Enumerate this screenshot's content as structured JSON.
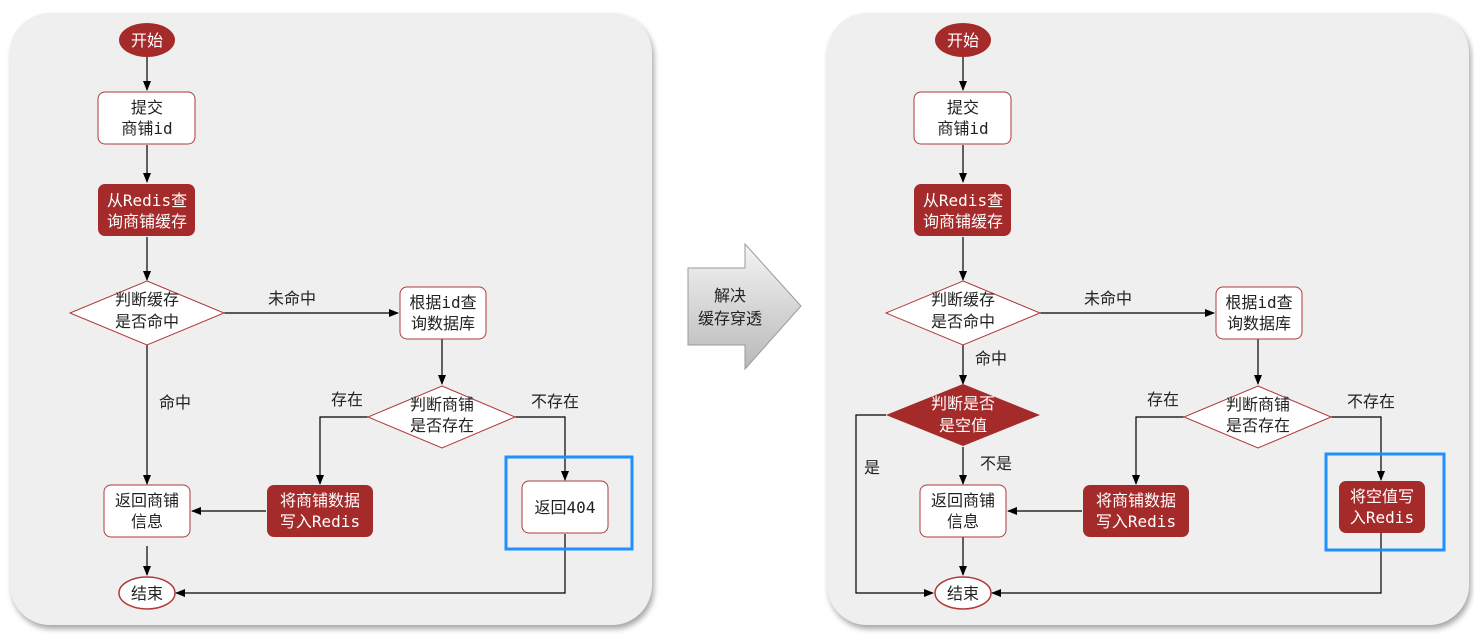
{
  "colors": {
    "accent": "#a52a2a",
    "node_border": "#b03a3a",
    "highlight": "#1e90ff",
    "panel_bg": "#efefef"
  },
  "transition": {
    "line1": "解决",
    "line2": "缓存穿透"
  },
  "left": {
    "start": "开始",
    "submit": [
      "提交",
      "商铺id"
    ],
    "query_redis": [
      "从Redis查",
      "询商铺缓存"
    ],
    "judge_cache": [
      "判断缓存",
      "是否命中"
    ],
    "miss_label": "未命中",
    "hit_label": "命中",
    "query_db": [
      "根据id查",
      "询数据库"
    ],
    "judge_exist": [
      "判断商铺",
      "是否存在"
    ],
    "exist_label": "存在",
    "not_exist_label": "不存在",
    "write_redis": [
      "将商铺数据",
      "写入Redis"
    ],
    "return_info": [
      "返回商铺",
      "信息"
    ],
    "return_404": "返回404",
    "end": "结束"
  },
  "right": {
    "start": "开始",
    "submit": [
      "提交",
      "商铺id"
    ],
    "query_redis": [
      "从Redis查",
      "询商铺缓存"
    ],
    "judge_cache": [
      "判断缓存",
      "是否命中"
    ],
    "miss_label": "未命中",
    "hit_label": "命中",
    "judge_empty": [
      "判断是否",
      "是空值"
    ],
    "yes_label": "是",
    "no_label": "不是",
    "query_db": [
      "根据id查",
      "询数据库"
    ],
    "judge_exist": [
      "判断商铺",
      "是否存在"
    ],
    "exist_label": "存在",
    "not_exist_label": "不存在",
    "write_redis": [
      "将商铺数据",
      "写入Redis"
    ],
    "write_empty": [
      "将空值写",
      "入Redis"
    ],
    "return_info": [
      "返回商铺",
      "信息"
    ],
    "end": "结束"
  }
}
